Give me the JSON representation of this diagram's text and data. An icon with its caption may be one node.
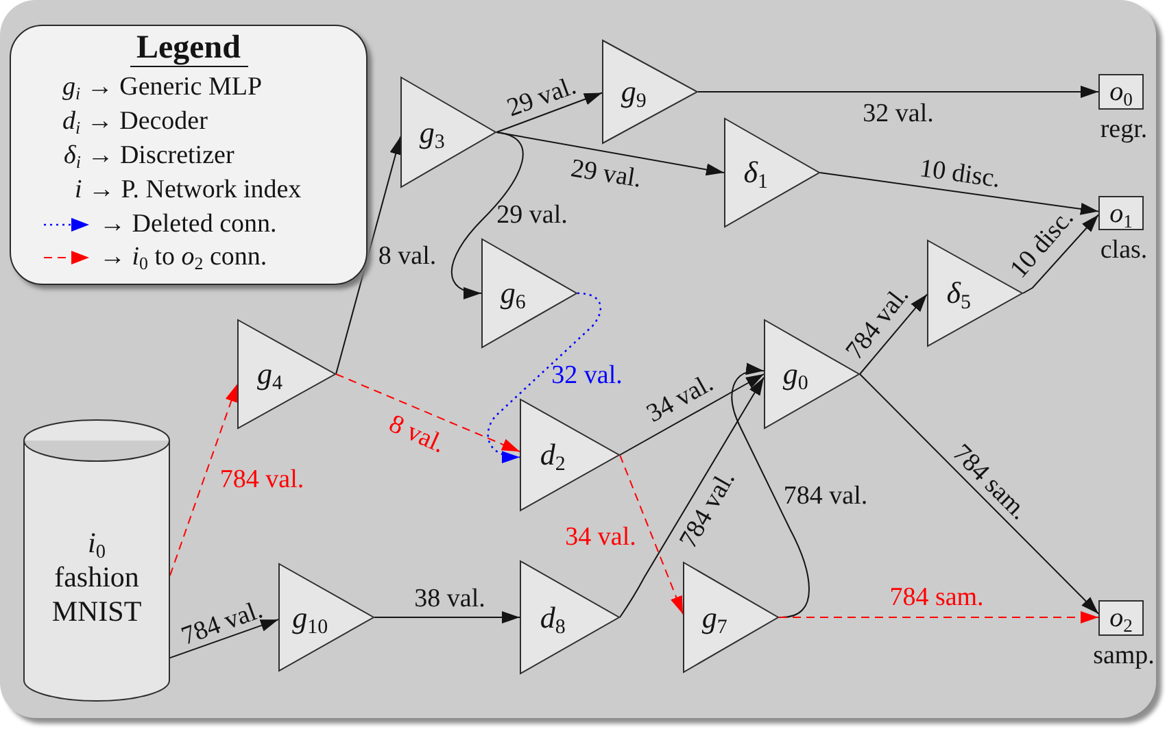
{
  "diagram": {
    "nodes": [
      {
        "text": [
          "*g*$_{3}$"
        ]
      },
      {
        "text": [
          "*g*$_{9}$"
        ]
      },
      {
        "text": [
          "*o*$_{0}$"
        ],
        "beside": [
          "regr."
        ]
      },
      {
        "text": [
          "*δ*$_{1}$"
        ]
      },
      {
        "text": [
          "*o*$_{1}$"
        ],
        "beside": [
          "clas."
        ]
      },
      {
        "text": [
          "*g*$_{6}$"
        ]
      },
      {
        "text": [
          "*δ*$_{5}$"
        ]
      },
      {
        "text": [
          "*g*$_{4}$"
        ]
      },
      {
        "text": [
          "*g*$_{0}$"
        ]
      },
      {
        "text": [
          "*i*$_{0}$",
          "fashion MNIST"
        ]
      },
      {
        "text": [
          "*d*$_{2}$"
        ]
      },
      {
        "text": [
          "*g*$_{10}$"
        ]
      },
      {
        "text": [
          "*d*$_{8}$"
        ]
      },
      {
        "text": [
          "*g*$_{7}$"
        ]
      },
      {
        "text": [
          "*o*$_{2}$"
        ],
        "beside": [
          "samp."
        ]
      }
    ],
    "edges": [
      {
        "from": 9,
        "to": 7,
        "arrow": "to",
        "label": "784 val.",
        "style": "dashed",
        "color": "#ff0000"
      },
      {
        "from": 9,
        "to": 11,
        "arrow": "to",
        "label": "784 val."
      },
      {
        "from": 7,
        "to": 0,
        "arrow": "to",
        "label": "8 val."
      },
      {
        "from": 7,
        "to": 10,
        "arrow": "to",
        "label": "8 val.",
        "style": "dashed",
        "color": "#ff0000"
      },
      {
        "from": 0,
        "to": 1,
        "arrow": "to",
        "label": "29 val."
      },
      {
        "from": 0,
        "to": 3,
        "arrow": "to",
        "label": "29 val."
      },
      {
        "from": 0,
        "to": 5,
        "arrow": "to",
        "label": "29 val."
      },
      {
        "from": 1,
        "to": 2,
        "arrow": "to",
        "label": "32 val."
      },
      {
        "from": 3,
        "to": 4,
        "arrow": "to",
        "label": "10 disc."
      },
      {
        "from": 5,
        "to": 10,
        "arrow": "to",
        "label": "32 val.",
        "style": "dashed",
        "color": "#0000ff"
      },
      {
        "from": 11,
        "to": 12,
        "arrow": "to",
        "label": "38 val."
      },
      {
        "from": 10,
        "to": 8,
        "arrow": "to",
        "label": "34 val."
      },
      {
        "from": 10,
        "to": 13,
        "arrow": "to",
        "label": "34 val.",
        "style": "dashed",
        "color": "#ff0000"
      },
      {
        "from": 12,
        "to": 8,
        "arrow": "to",
        "label": "784 val."
      },
      {
        "from": 13,
        "to": 8,
        "arrow": "to",
        "label": "784 val."
      },
      {
        "from": 8,
        "to": 6,
        "arrow": "to",
        "label": "784 val."
      },
      {
        "from": 6,
        "to": 4,
        "arrow": "to",
        "label": "10 disc."
      },
      {
        "from": 8,
        "to": 14,
        "arrow": "to",
        "label": "784 sam."
      },
      {
        "from": 13,
        "to": 14,
        "arrow": "to",
        "label": "784 sam.",
        "style": "dashed",
        "color": "#ff0000"
      }
    ],
    "labels": [
      "Legend"
    ],
    "legend": [
      {
        "text": "*g$_{i}$* → Generic MLP"
      },
      {
        "text": "*d$_{i}$* → Decoder"
      },
      {
        "text": "*δ$_{i}$* → Discretizer"
      },
      {
        "text": "*i* → P. Network index"
      },
      {
        "text": "→ Deleted conn."
      },
      {
        "text": "→ *i*$_{0}$ to *o*$_{2}$ conn."
      }
    ]
  }
}
